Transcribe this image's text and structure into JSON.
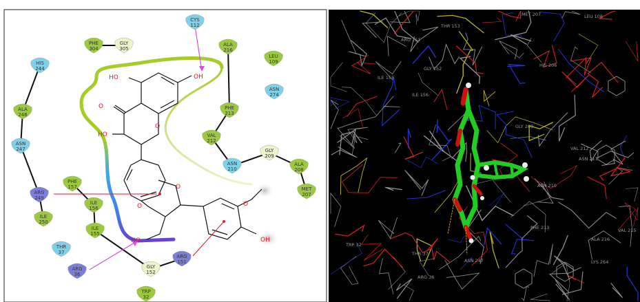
{
  "left_panel": {
    "residues": [
      {
        "id": "cys112",
        "name": "CYS",
        "num": "112",
        "kind": "polar"
      },
      {
        "id": "phe304",
        "name": "PHE",
        "num": "304",
        "kind": "hydrophobic"
      },
      {
        "id": "gly305",
        "name": "GLY",
        "num": "305",
        "kind": "glycine"
      },
      {
        "id": "ala216",
        "name": "ALA",
        "num": "216",
        "kind": "hydrophobic"
      },
      {
        "id": "leu109",
        "name": "LEU",
        "num": "109",
        "kind": "hydrophobic"
      },
      {
        "id": "his244",
        "name": "HIS",
        "num": "244",
        "kind": "polar"
      },
      {
        "id": "asn274",
        "name": "ASN",
        "num": "274",
        "kind": "polar"
      },
      {
        "id": "ala246",
        "name": "ALA",
        "num": "246",
        "kind": "hydrophobic"
      },
      {
        "id": "phe213",
        "name": "PHE",
        "num": "213",
        "kind": "hydrophobic"
      },
      {
        "id": "asn247",
        "name": "ASN",
        "num": "247",
        "kind": "polar"
      },
      {
        "id": "val212",
        "name": "VAL",
        "num": "212",
        "kind": "hydrophobic"
      },
      {
        "id": "gly209",
        "name": "GLY",
        "num": "209",
        "kind": "glycine"
      },
      {
        "id": "asn210",
        "name": "ASN",
        "num": "210",
        "kind": "polar"
      },
      {
        "id": "ala208",
        "name": "ALA",
        "num": "208",
        "kind": "hydrophobic"
      },
      {
        "id": "met207",
        "name": "MET",
        "num": "207",
        "kind": "hydrophobic"
      },
      {
        "id": "phe157",
        "name": "PHE",
        "num": "157",
        "kind": "hydrophobic"
      },
      {
        "id": "arg249",
        "name": "ARG",
        "num": "249",
        "kind": "positive"
      },
      {
        "id": "ile156",
        "name": "ILE",
        "num": "156",
        "kind": "hydrophobic"
      },
      {
        "id": "ile250",
        "name": "ILE",
        "num": "250",
        "kind": "hydrophobic"
      },
      {
        "id": "ile155",
        "name": "ILE",
        "num": "155",
        "kind": "hydrophobic"
      },
      {
        "id": "thr37",
        "name": "THR",
        "num": "37",
        "kind": "polar"
      },
      {
        "id": "arg151",
        "name": "ARG",
        "num": "151",
        "kind": "positive"
      },
      {
        "id": "arg36",
        "name": "ARG",
        "num": "36",
        "kind": "positive"
      },
      {
        "id": "gly152",
        "name": "GLY",
        "num": "152",
        "kind": "glycine"
      },
      {
        "id": "trp32",
        "name": "TRP",
        "num": "32",
        "kind": "hydrophobic"
      }
    ],
    "atom_labels": {
      "oh_top_left": "HO",
      "oh_top_right": "OH",
      "carbonyl_o": "O",
      "ring_o": "O",
      "oh_mid_left": "HO",
      "dioxane_o_top": "O",
      "dioxane_o_bottom": "O",
      "oh_bottom_left": "HO",
      "methoxy_o": "O",
      "oh_bottom_right": "OH"
    }
  },
  "right_panel": {
    "labels": [
      "MET 207",
      "LEU 108",
      "THR 153",
      "ARG 151",
      "GLY 152",
      "HIS 206",
      "ILE 155",
      "ILE 156",
      "GLY 209",
      "VAL 212",
      "ASN 211",
      "ASN 210",
      "PHE 213",
      "VAL 215",
      "ALA 216",
      "THR 37",
      "ARG 36",
      "ASN 247",
      "LYS 264",
      "TRP 32"
    ]
  },
  "colors": {
    "hydrophobic": "#9cc93f",
    "polar": "#7fd0ea",
    "positive": "#7b7fd9",
    "glycine": "#eef3cc",
    "hbond": "#d64fd6",
    "pi_cation": "#e8172a",
    "pocket_green": "#a6cc2a",
    "pocket_blue": "#3fa9e8",
    "pocket_purple": "#6a3fd6",
    "ligand_carbon": "#22cc22"
  }
}
